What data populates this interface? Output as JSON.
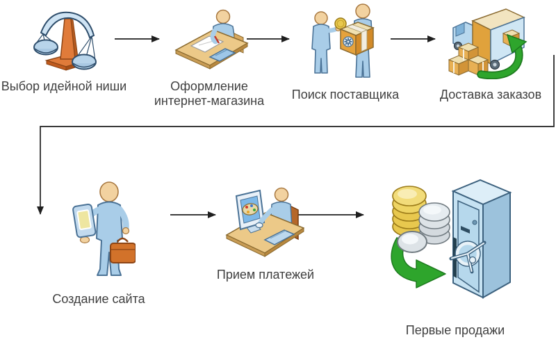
{
  "diagram": {
    "language": "ru",
    "description": "Flowchart of launching an online store, two rows of steps connected by arrows"
  },
  "steps": [
    {
      "name": "niche-selection",
      "label": "Выбор идейной ниши",
      "icon": "balance-scale-icon",
      "row": 1
    },
    {
      "name": "store-design",
      "label": "Оформление интернет-магазина",
      "icon": "person-at-desk-icon",
      "row": 1
    },
    {
      "name": "supplier-search",
      "label": "Поиск поставщика",
      "icon": "people-with-box-icon",
      "row": 1
    },
    {
      "name": "order-delivery",
      "label": "Доставка заказов",
      "icon": "delivery-truck-icon",
      "row": 1
    },
    {
      "name": "site-creation",
      "label": "Создание сайта",
      "icon": "person-with-device-icon",
      "row": 2
    },
    {
      "name": "payment-acceptance",
      "label": "Прием платежей",
      "icon": "person-at-computer-icon",
      "row": 2
    },
    {
      "name": "first-sales",
      "label": "Первые продажи",
      "icon": "safe-with-coins-icon",
      "row": 2
    }
  ],
  "connections": [
    {
      "from": 0,
      "to": 1
    },
    {
      "from": 1,
      "to": 2
    },
    {
      "from": 2,
      "to": 3
    },
    {
      "from": 3,
      "to": 4
    },
    {
      "from": 4,
      "to": 5
    },
    {
      "from": 5,
      "to": 6
    }
  ],
  "palette": {
    "background": "#ffffff",
    "text": "#3f3f3f",
    "connector": "#1f1f1f",
    "figure_blue": "#a9cde8",
    "figure_outline": "#4a7296",
    "skin": "#f2d2a0",
    "wood_tan": "#ecc988",
    "box_orange": "#e5a23c",
    "accent_orange": "#d2722a",
    "arrow_green": "#2ea52c",
    "arrow_green_dark": "#1d7a1e",
    "coin_gold": "#e8c84e",
    "coin_silver": "#d4dadf",
    "safe_blue": "#c6e2f2"
  }
}
